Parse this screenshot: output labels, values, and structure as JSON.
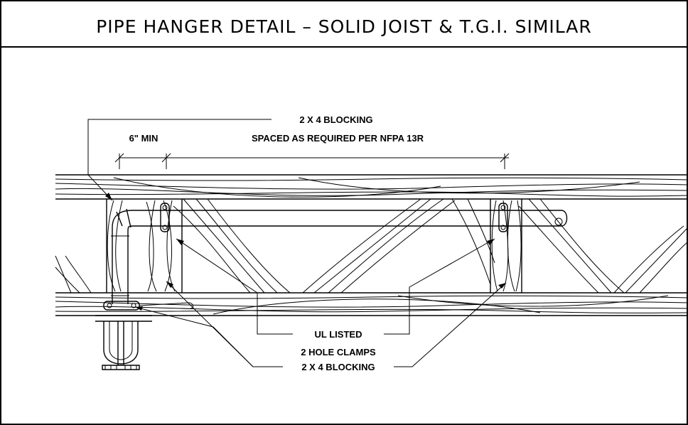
{
  "title": "PIPE HANGER DETAIL – SOLID JOIST & T.G.I. SIMILAR",
  "labels": {
    "blocking_top_line1": "2 X 4 BLOCKING",
    "blocking_top_line2": "SPACED AS REQUIRED PER NFPA 13R",
    "min_spacing": "6\" MIN",
    "clamps_line1": "UL LISTED",
    "clamps_line2": "2 HOLE CLAMPS",
    "blocking_bottom": "2 X 4 BLOCKING"
  }
}
